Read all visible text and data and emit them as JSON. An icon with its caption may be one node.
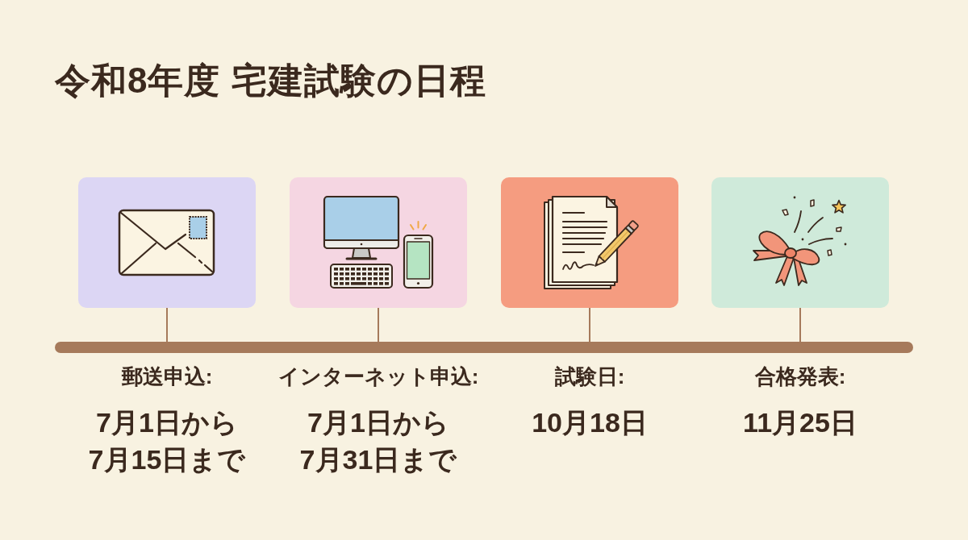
{
  "diagram": {
    "title": "令和8年度 宅建試験の日程",
    "nodes": [
      {
        "text": [],
        "shape": "picture",
        "beside": [
          "郵送申込:",
          "7月1日から7月15日まで"
        ]
      },
      {
        "text": [],
        "shape": "picture",
        "beside": [
          "インターネット申込:",
          "7月1日から7月31日まで"
        ]
      },
      {
        "text": [],
        "shape": "picture",
        "beside": [
          "試験日:",
          "10月18日"
        ]
      },
      {
        "text": [],
        "shape": "picture",
        "beside": [
          "合格発表:",
          "11月25日"
        ]
      },
      {
        "text": [],
        "shape": "bar"
      }
    ],
    "edges": [
      {
        "from": 0,
        "to": 4,
        "arrow": "none"
      },
      {
        "from": 1,
        "to": 4,
        "arrow": "none"
      },
      {
        "from": 2,
        "to": 4,
        "arrow": "none"
      },
      {
        "from": 3,
        "to": 4,
        "arrow": "none"
      }
    ]
  }
}
